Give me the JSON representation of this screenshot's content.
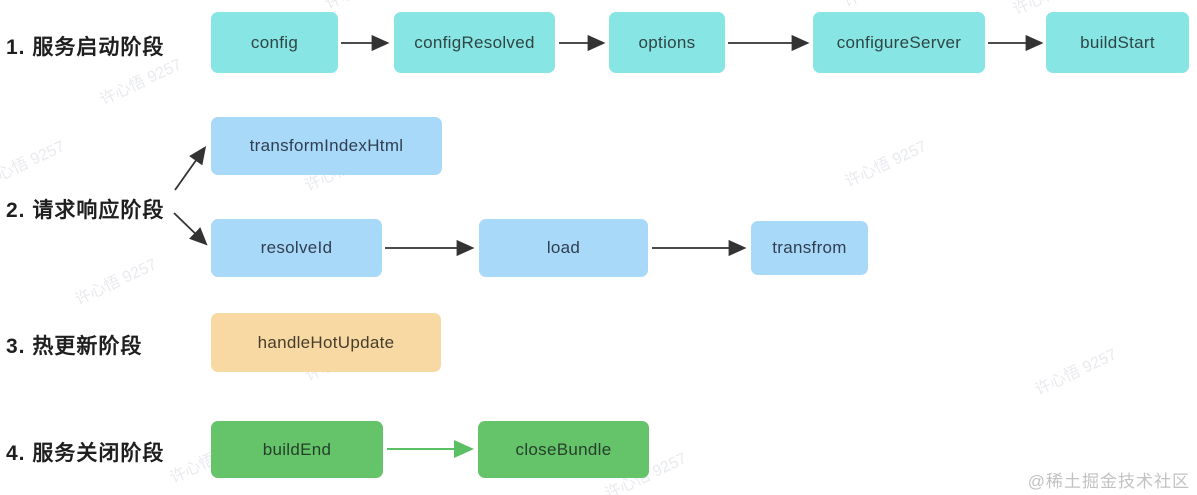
{
  "stages": [
    {
      "label": "1. 服务启动阶段",
      "color": "#87e5e3",
      "nodes": [
        {
          "label": "config"
        },
        {
          "label": "configResolved"
        },
        {
          "label": "options"
        },
        {
          "label": "configureServer"
        },
        {
          "label": "buildStart"
        }
      ]
    },
    {
      "label": "2. 请求响应阶段",
      "color": "#a9d9f8",
      "nodes": [
        {
          "label": "transformIndexHtml"
        },
        {
          "label": "resolveId"
        },
        {
          "label": "load"
        },
        {
          "label": "transfrom"
        }
      ]
    },
    {
      "label": "3. 热更新阶段",
      "color": "#f8d9a4",
      "nodes": [
        {
          "label": "handleHotUpdate"
        }
      ]
    },
    {
      "label": "4. 服务关闭阶段",
      "color": "#65c36a",
      "nodes": [
        {
          "label": "buildEnd"
        },
        {
          "label": "closeBundle"
        }
      ]
    }
  ],
  "arrows": {
    "default_color": "#333333",
    "close_stage_color": "#5bbf63"
  },
  "watermarks": {
    "diagonal_text": "许心悟 9257",
    "brand_text": "@稀土掘金技术社区"
  }
}
